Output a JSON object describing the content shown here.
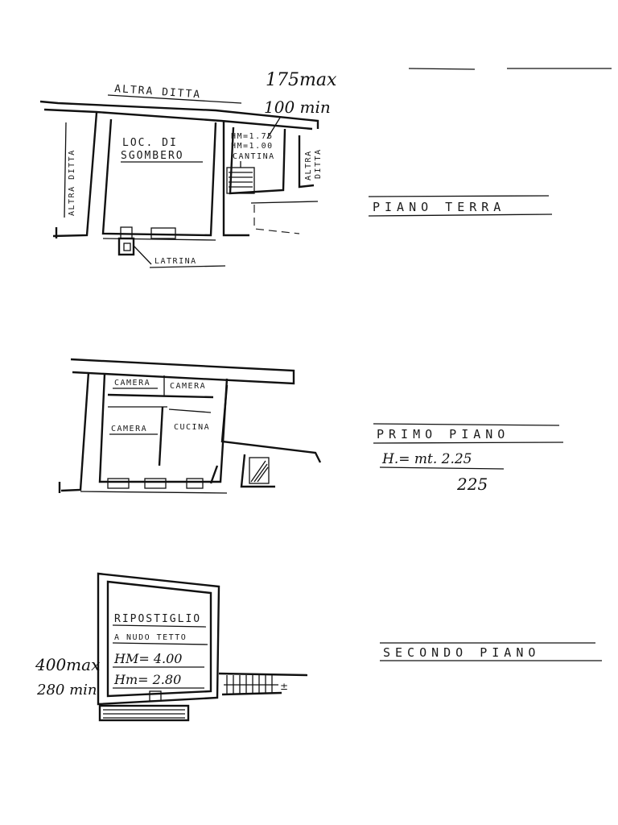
{
  "ground_floor": {
    "title": "PIANO  TERRA",
    "neighbor_top": "ALTRA DITTA",
    "neighbor_left": "ALTRA DITTA",
    "neighbor_right_1": "ALTRA",
    "neighbor_right_2": "DITTA",
    "storage_room_line1": "LOC. DI",
    "storage_room_line2": "SGOMBERO",
    "cellar_hm_max": "HM=1.75",
    "cellar_hm_min": "HM=1.00",
    "cellar_label": "CANTINA",
    "annotation_max": "175max",
    "annotation_min": "100 min",
    "latrine_label": "LATRINA"
  },
  "first_floor": {
    "title": "PRIMO  PIANO",
    "height_note": "H.= mt. 2.25",
    "height_handwritten": "225",
    "room_1": "CAMERA",
    "room_2": "CAMERA",
    "room_3": "CAMERA",
    "kitchen": "CUCINA"
  },
  "second_floor": {
    "title": "SECONDO  PIANO",
    "room_line1": "RIPOSTIGLIO",
    "room_line2": "A NUDO TETTO",
    "hm_max": "HM= 4.00",
    "hm_min": "Hm= 2.80",
    "annotation_max": "400max",
    "annotation_min": "280 min",
    "stair_mark": "±"
  }
}
